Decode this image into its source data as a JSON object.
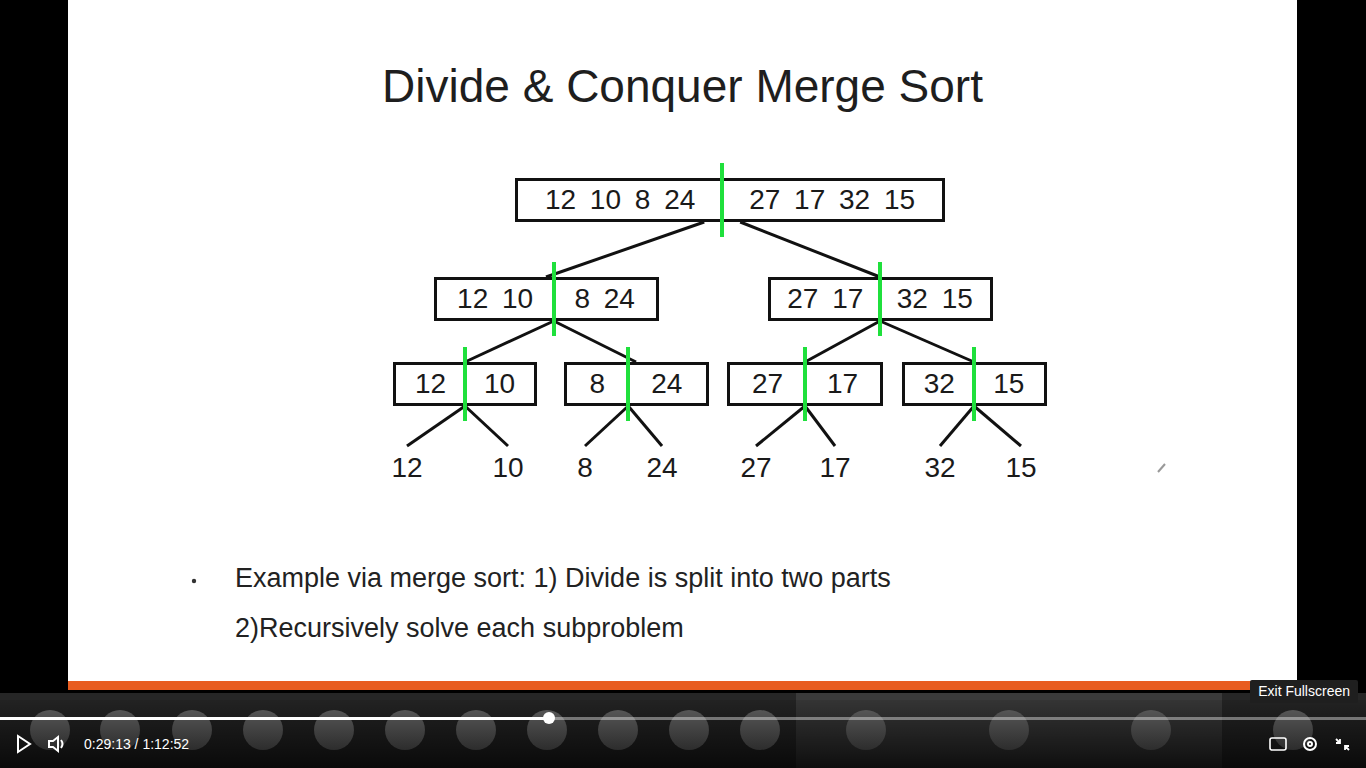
{
  "diagram": {
    "title": "Divide & Conquer Merge Sort",
    "nodes": [
      {
        "text": [
          "12 10 8 24",
          "27 17 32 15"
        ]
      },
      {
        "text": [
          "12 10",
          "8 24"
        ]
      },
      {
        "text": [
          "27 17",
          "32 15"
        ]
      },
      {
        "text": [
          "12",
          "10"
        ]
      },
      {
        "text": [
          "8",
          "24"
        ]
      },
      {
        "text": [
          "27",
          "17"
        ]
      },
      {
        "text": [
          "32",
          "15"
        ]
      },
      {
        "text": [
          "12"
        ]
      },
      {
        "text": [
          "10"
        ]
      },
      {
        "text": [
          "8"
        ]
      },
      {
        "text": [
          "24"
        ]
      },
      {
        "text": [
          "27"
        ]
      },
      {
        "text": [
          "17"
        ]
      },
      {
        "text": [
          "32"
        ]
      },
      {
        "text": [
          "15"
        ]
      }
    ],
    "edges": [
      {
        "from": 0,
        "to": 1,
        "arrow": "none"
      },
      {
        "from": 0,
        "to": 2,
        "arrow": "none"
      },
      {
        "from": 1,
        "to": 3,
        "arrow": "none"
      },
      {
        "from": 1,
        "to": 4,
        "arrow": "none"
      },
      {
        "from": 2,
        "to": 5,
        "arrow": "none"
      },
      {
        "from": 2,
        "to": 6,
        "arrow": "none"
      },
      {
        "from": 3,
        "to": 7,
        "arrow": "none"
      },
      {
        "from": 3,
        "to": 8,
        "arrow": "none"
      },
      {
        "from": 4,
        "to": 9,
        "arrow": "none"
      },
      {
        "from": 4,
        "to": 10,
        "arrow": "none"
      },
      {
        "from": 5,
        "to": 11,
        "arrow": "none"
      },
      {
        "from": 5,
        "to": 12,
        "arrow": "none"
      },
      {
        "from": 6,
        "to": 13,
        "arrow": "none"
      },
      {
        "from": 6,
        "to": 14,
        "arrow": "none"
      }
    ],
    "labels": [
      "Example via merge sort: 1) Divide is split into two parts",
      "2)Recursively solve each subproblem",
      "0:29:13 / 1:12:52",
      "Exit Fullscreen"
    ]
  }
}
